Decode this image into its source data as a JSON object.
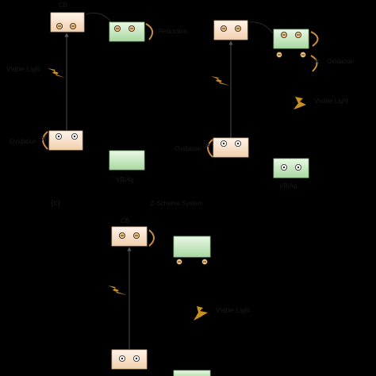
{
  "labels": {
    "cb_top_left": "CB",
    "cb_bottom": "CB",
    "reduction": "Reduction",
    "visible_light_left": "Visible Light",
    "visible_light_right": "Visible Light",
    "visible_light_bottom": "Visible Light",
    "oxidation_right": "Oxidation",
    "oxidation_left": "Oxidation",
    "oxidation_right_lower": "Oxidation",
    "vb_label_left": "VB/Ag",
    "vb_label_right": "VB/Ag",
    "panel_c": "(c)",
    "system_title": "Z-Scheme System"
  },
  "colors": {
    "semiconductor_a": "#f6dcc3",
    "semiconductor_b": "#b9e2b4",
    "arrow": "#c98d45",
    "lightning": "#c8901f",
    "background": "#000000"
  },
  "icons": {
    "electron": "minus-circle",
    "hole": "plus-circle",
    "blocked": "x-mark",
    "light": "lightning-bolt"
  }
}
